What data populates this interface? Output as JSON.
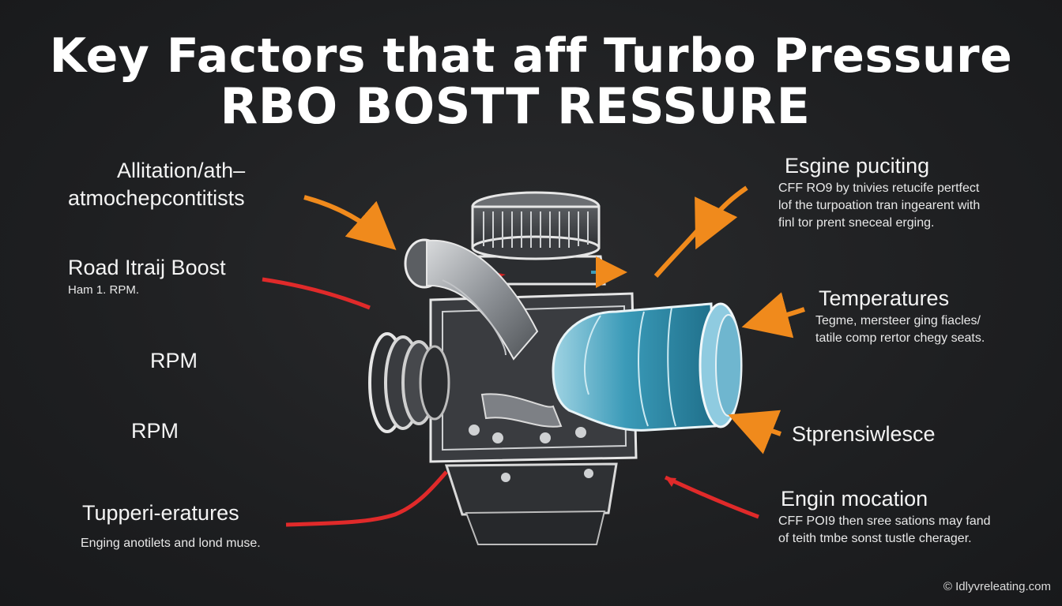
{
  "title": {
    "line1": "Key Factors that aff Turbo Pressure",
    "line2": "RBO BOSTT RESSURE"
  },
  "labels": {
    "altitude": {
      "heading": "Allitation/ath–",
      "heading2": "atmochepcontitists"
    },
    "road_boost": {
      "heading": "Road Itraij Boost",
      "sub": "Ham 1. RPM."
    },
    "rpm1": {
      "heading": "RPM"
    },
    "rpm2": {
      "heading": "RPM"
    },
    "tupperi": {
      "heading": "Tupperi-eratures",
      "sub": "Enging anotilets  and lond muse."
    },
    "engine_puciting": {
      "heading": "Esgine puciting",
      "sub1": "CFF RO9 by tnivies retucife pertfect",
      "sub2": "lof the turpoation tran ingearent  with",
      "sub3": "finl tor prent sneceal erging."
    },
    "temperatures": {
      "heading": "Temperatures",
      "sub1": "Tegme, mersteer ging fiacles/",
      "sub2": "tatile comp rertor chegy seats."
    },
    "stprensiwlesce": {
      "heading": "Stprensiwlesce"
    },
    "engin_mocation": {
      "heading": "Engin mocation",
      "sub1": "CFF POI9 then sree sations may fand",
      "sub2": "of teith tmbe sonst tustle cherager."
    }
  },
  "footer": "© Idlyvreleating.com",
  "colors": {
    "background": "#1e1f21",
    "arrow_orange": "#f08a1c",
    "arrow_red": "#e02a2a",
    "housing_blue": "#3a9ab8",
    "metal_grey": "#9a9ea3",
    "outline_white": "#e6e6e6"
  }
}
